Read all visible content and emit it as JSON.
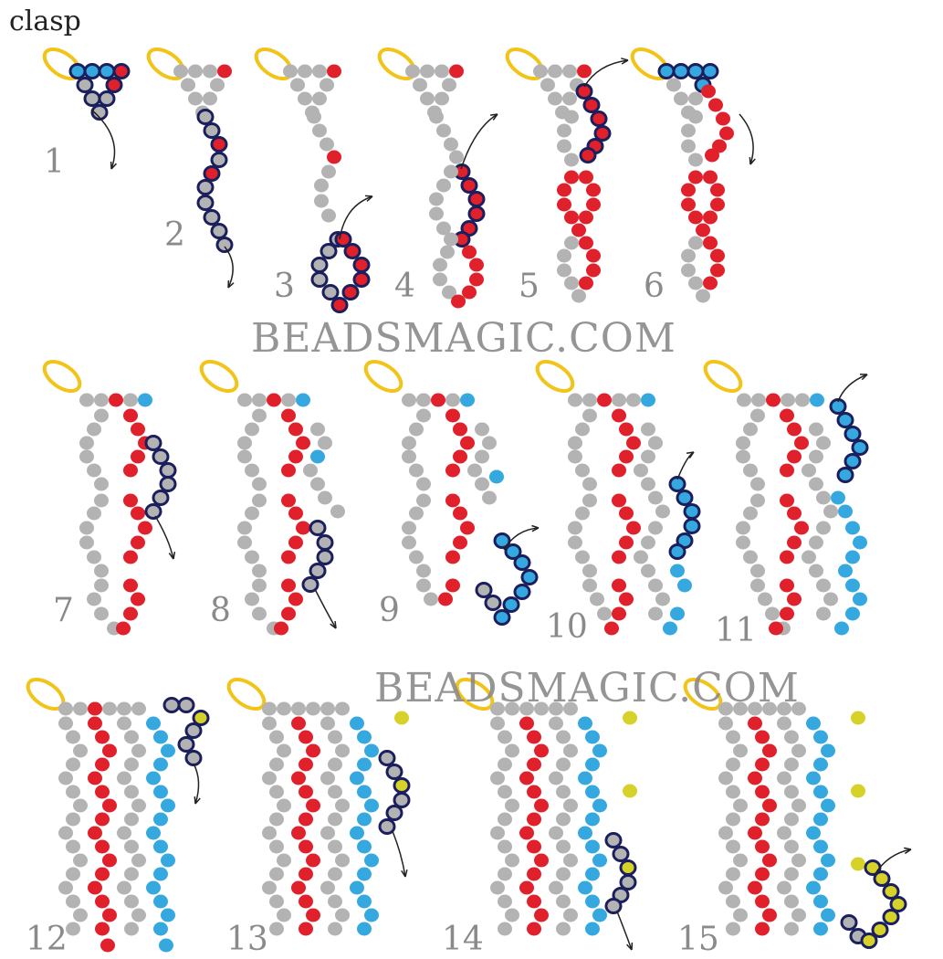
{
  "title": "clasp",
  "watermark": "BEADSMAGIC.COM",
  "step_labels": [
    "1",
    "2",
    "3",
    "4",
    "5",
    "6",
    "7",
    "8",
    "9",
    "10",
    "11",
    "12",
    "13",
    "14",
    "15"
  ],
  "colors": {
    "gray_bead": "#b3b3b3",
    "red_bead": "#e0202b",
    "blue_bead": "#36a8e0",
    "yellow_bead": "#d6d22a",
    "gold_ring": "#f2c318",
    "highlight_outline": "#1b1f5e"
  }
}
